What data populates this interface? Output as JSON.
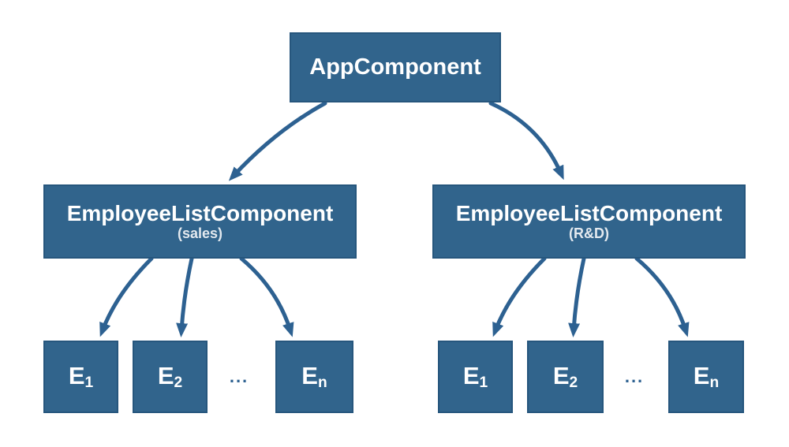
{
  "diagram": {
    "colors": {
      "node_fill": "#31648C",
      "node_border": "#26567D",
      "arrow": "#2D6191",
      "text": "#FFFFFF",
      "subtitle_text": "#E3E9EF",
      "background": "#FFFFFF"
    },
    "root": {
      "label": "AppComponent"
    },
    "groups": [
      {
        "title": "EmployeeListComponent",
        "subtitle": "(sales)",
        "ellipsis": "...",
        "children": [
          {
            "base": "E",
            "sub": "1"
          },
          {
            "base": "E",
            "sub": "2"
          },
          {
            "base": "E",
            "sub": "n"
          }
        ]
      },
      {
        "title": "EmployeeListComponent",
        "subtitle": "(R&D)",
        "ellipsis": "...",
        "children": [
          {
            "base": "E",
            "sub": "1"
          },
          {
            "base": "E",
            "sub": "2"
          },
          {
            "base": "E",
            "sub": "n"
          }
        ]
      }
    ],
    "edges": [
      {
        "from": "AppComponent",
        "to": "EmployeeListComponent (sales)"
      },
      {
        "from": "AppComponent",
        "to": "EmployeeListComponent (R&D)"
      },
      {
        "from": "EmployeeListComponent (sales)",
        "to": "E1"
      },
      {
        "from": "EmployeeListComponent (sales)",
        "to": "E2"
      },
      {
        "from": "EmployeeListComponent (sales)",
        "to": "En"
      },
      {
        "from": "EmployeeListComponent (R&D)",
        "to": "E1"
      },
      {
        "from": "EmployeeListComponent (R&D)",
        "to": "E2"
      },
      {
        "from": "EmployeeListComponent (R&D)",
        "to": "En"
      }
    ]
  }
}
